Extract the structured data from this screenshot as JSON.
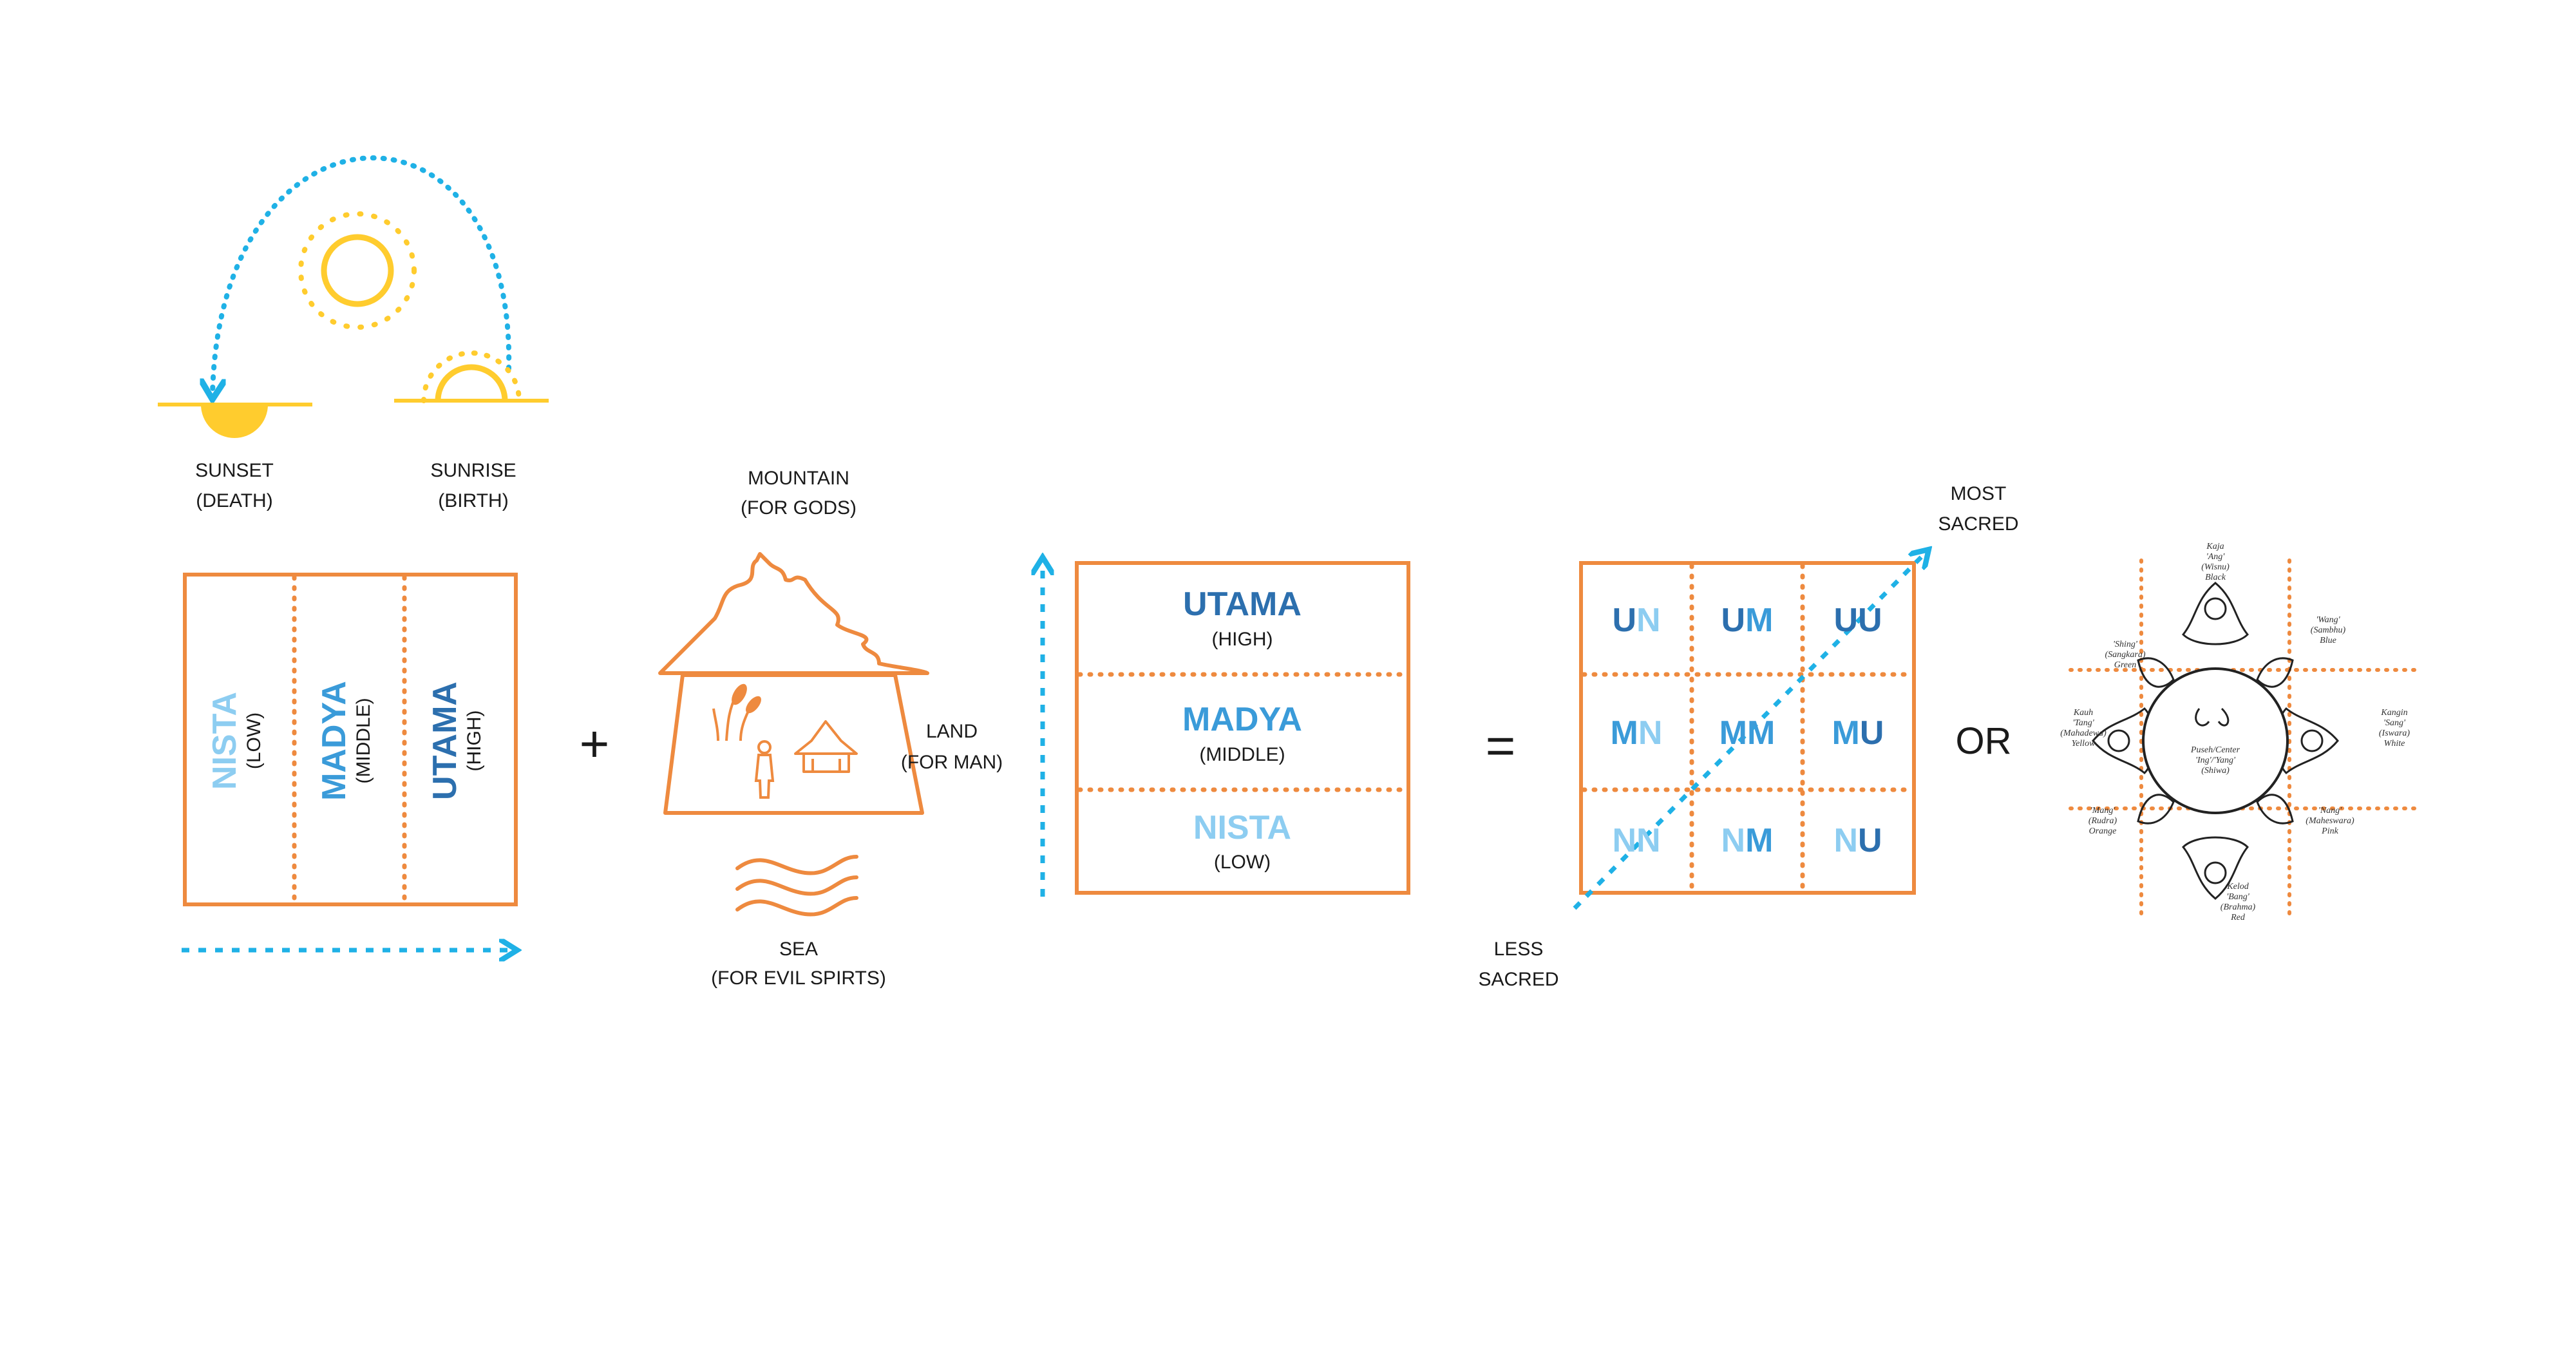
{
  "colors": {
    "orange": "#EE8A3F",
    "cyan": "#1FB1E6",
    "yellow": "#FFCC2E",
    "light_blue": "#8DCDF1",
    "mid_blue": "#3A9BD9",
    "dark_blue": "#2C6FAE"
  },
  "sun": {
    "sunset": "SUNSET",
    "sunset_sub": "(DEATH)",
    "sunrise": "SUNRISE",
    "sunrise_sub": "(BIRTH)"
  },
  "horizontal_zones": {
    "nista": "NISTA",
    "nista_sub": "(LOW)",
    "madya": "MADYA",
    "madya_sub": "(MIDDLE)",
    "utama": "UTAMA",
    "utama_sub": "(HIGH)"
  },
  "plus": "+",
  "cosmos": {
    "mountain": "MOUNTAIN",
    "mountain_sub": "(FOR GODS)",
    "land": "LAND",
    "land_sub": "(FOR MAN)",
    "sea": "SEA",
    "sea_sub": "(FOR EVIL SPIRTS)"
  },
  "vertical_zones": {
    "utama": "UTAMA",
    "utama_sub": "(HIGH)",
    "madya": "MADYA",
    "madya_sub": "(MIDDLE)",
    "nista": "NISTA",
    "nista_sub": "(LOW)"
  },
  "equals": "=",
  "grid": {
    "most": "MOST",
    "most_sub": "SACRED",
    "less": "LESS",
    "less_sub": "SACRED",
    "cells": [
      [
        "UN",
        "UM",
        "UU"
      ],
      [
        "MN",
        "MM",
        "MU"
      ],
      [
        "NN",
        "NM",
        "NU"
      ]
    ]
  },
  "or": "OR",
  "mandala": {
    "top": [
      "Kaja",
      "'Ang'",
      "(Wisnu)",
      "Black"
    ],
    "top_right": [
      "'Wang'",
      "(Sambhu)",
      "Blue"
    ],
    "right": [
      "Kangin",
      "'Sang'",
      "(Iswara)",
      "White"
    ],
    "bottom_right": [
      "'Nang'",
      "(Maheswara)",
      "Pink"
    ],
    "bottom": [
      "Kelod",
      "'Bang'",
      "(Brahma)",
      "Red"
    ],
    "bottom_left": [
      "'Mang'",
      "(Rudra)",
      "Orange"
    ],
    "left": [
      "Kauh",
      "'Tang'",
      "(Mahadewa)",
      "Yellow"
    ],
    "top_left": [
      "'Shing'",
      "(Sangkara)",
      "Green"
    ],
    "center": [
      "Puseh/Center",
      "'Ing'/'Yang'",
      "(Shiwa)"
    ]
  }
}
